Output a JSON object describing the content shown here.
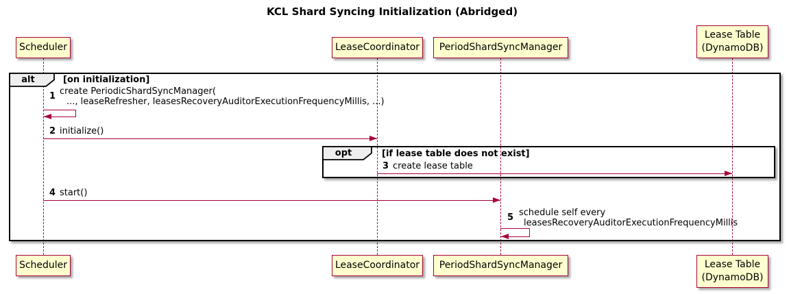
{
  "diagram": {
    "title": "KCL Shard Syncing Initialization (Abridged)"
  },
  "participants": [
    {
      "id": "scheduler",
      "label": "Scheduler"
    },
    {
      "id": "lease-coordinator",
      "label": "LeaseCoordinator"
    },
    {
      "id": "period-shard-sync-manager",
      "label": "PeriodShardSyncManager"
    },
    {
      "id": "lease-table",
      "label_line1": "Lease Table",
      "label_line2": "(DynamoDB)"
    }
  ],
  "frames": {
    "alt": {
      "keyword": "alt",
      "condition": "[on initialization]"
    },
    "opt": {
      "keyword": "opt",
      "condition": "[if lease table does not exist]"
    }
  },
  "messages": [
    {
      "num": "1",
      "line1": "create PeriodicShardSyncManager(",
      "line2": "..., leaseRefresher, leasesRecoveryAuditorExecutionFrequencyMillis, ...)",
      "kind": "self",
      "from": "Scheduler",
      "to": "Scheduler"
    },
    {
      "num": "2",
      "text": "initialize()",
      "kind": "arrow",
      "from": "Scheduler",
      "to": "LeaseCoordinator"
    },
    {
      "num": "3",
      "text": "create lease table",
      "kind": "arrow",
      "from": "LeaseCoordinator",
      "to": "Lease Table (DynamoDB)"
    },
    {
      "num": "4",
      "text": "start()",
      "kind": "arrow",
      "from": "Scheduler",
      "to": "PeriodShardSyncManager"
    },
    {
      "num": "5",
      "line1": "schedule self every",
      "line2": "leasesRecoveryAuditorExecutionFrequencyMillis",
      "kind": "self",
      "from": "PeriodShardSyncManager",
      "to": "PeriodShardSyncManager"
    }
  ],
  "colors": {
    "background": "#FFFFFF",
    "participant_fill": "#FEFECE",
    "participant_border": "#A80036",
    "lifeline": "#A80036",
    "arrow": "#A80036",
    "frame_border": "#000000",
    "frame_label_fill": "#EEEEEE",
    "text": "#000000"
  }
}
